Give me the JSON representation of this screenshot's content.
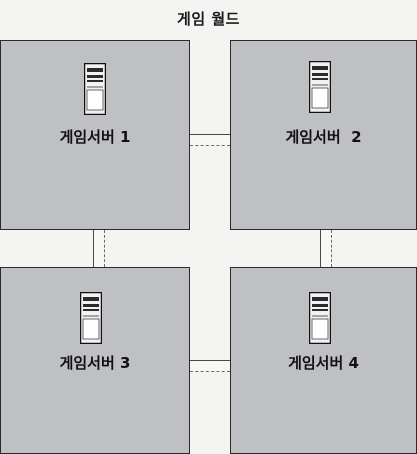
{
  "title": "게임 월드",
  "servers": [
    {
      "label": "게임서버 1"
    },
    {
      "label": "게임서버  2"
    },
    {
      "label": "게임서버 3"
    },
    {
      "label": "게임서버 4"
    }
  ],
  "colors": {
    "box_fill": "#bfc0c4",
    "box_border": "#2a2a2a",
    "background": "#f4f4f2"
  },
  "icon": "server-tower-icon"
}
